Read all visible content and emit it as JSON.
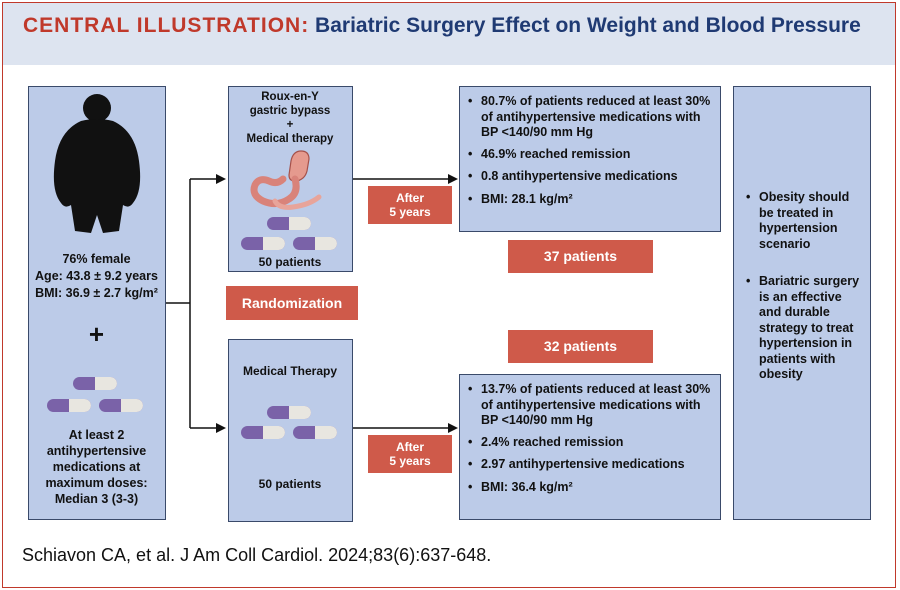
{
  "header": {
    "title_lead": "CENTRAL ILLUSTRATION:",
    "title_rest": "Bariatric Surgery Effect on Weight and Blood Pressure"
  },
  "baseline": {
    "female": "76% female",
    "age": "Age: 43.8 ± 9.2 years",
    "bmi": "BMI: 36.9 ± 2.7  kg/m²",
    "plus": "+",
    "meds_line1": "At least 2",
    "meds_line2": "antihypertensive",
    "meds_line3": "medications at",
    "meds_line4": "maximum doses:",
    "meds_line5": "Median 3 (3-3)"
  },
  "surgery_arm": {
    "label_line1": "Roux-en-Y",
    "label_line2": "gastric bypass",
    "label_line3": "+",
    "label_line4": "Medical therapy",
    "patients": "50 patients"
  },
  "medical_arm": {
    "label": "Medical Therapy",
    "patients": "50 patients"
  },
  "randomization": "Randomization",
  "after": {
    "line1": "After",
    "line2": "5 years"
  },
  "surgery_outcome": {
    "items": [
      "80.7% of patients reduced at least 30% of antihypertensive medications with BP <140/90 mm Hg",
      "46.9% reached remission",
      "0.8 antihypertensive medications",
      "BMI: 28.1  kg/m²"
    ],
    "count": "37 patients"
  },
  "medical_outcome": {
    "count": "32 patients",
    "items": [
      "13.7% of patients reduced at least 30% of antihypertensive medications with BP <140/90 mm Hg",
      "2.4% reached remission",
      "2.97 antihypertensive medications",
      "BMI: 36.4 kg/m²"
    ]
  },
  "conclusions": {
    "items": [
      "Obesity should be treated in hypertension scenario",
      "Bariatric surgery is an effective and durable strategy to treat hypertension in patients with obesity"
    ]
  },
  "citation": "Schiavon CA, et al. J Am Coll Cardiol. 2024;83(6):637-648.",
  "colors": {
    "accent_red": "#cf5a4a",
    "box_blue": "#bccbe8",
    "title_navy": "#1f3a73",
    "header_bg": "#dde4f0",
    "pill_purple": "#7a62a8"
  },
  "icons": [
    "person-silhouette-icon",
    "stomach-icon",
    "pill-icon",
    "arrow-icon"
  ]
}
